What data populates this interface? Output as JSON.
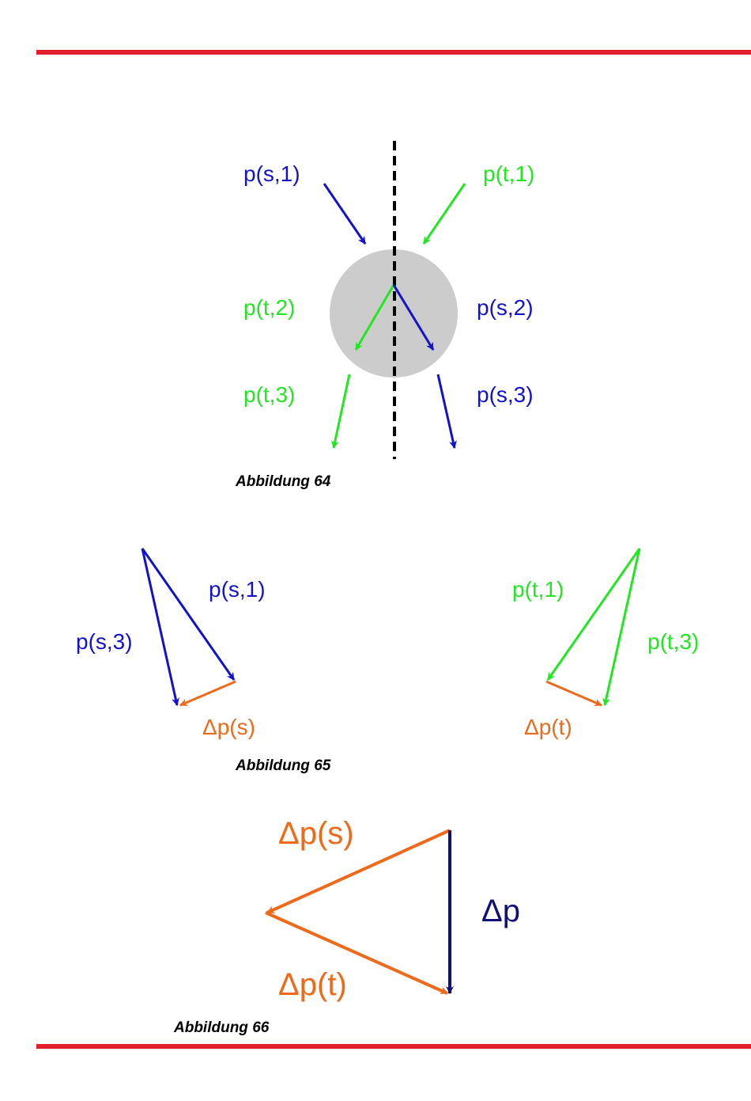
{
  "colors": {
    "rule": "#e0202a",
    "blue": "#1212cc",
    "green": "#22e622",
    "orange": "#ee6a1a",
    "navy": "#101078",
    "ball": "#cccccc",
    "dashed_line": "#000000"
  },
  "figure64": {
    "caption": "Abbildung 64",
    "labels": {
      "p_s1": "p(s,1)",
      "p_t1": "p(t,1)",
      "p_t2": "p(t,2)",
      "p_s2": "p(s,2)",
      "p_t3": "p(t,3)",
      "p_s3": "p(s,3)"
    }
  },
  "figure65": {
    "caption": "Abbildung 65",
    "labels": {
      "p_s1": "p(s,1)",
      "p_s3": "p(s,3)",
      "delta_ps": "Δp(s)",
      "p_t1": "p(t,1)",
      "p_t3": "p(t,3)",
      "delta_pt": "Δp(t)"
    }
  },
  "figure66": {
    "caption": "Abbildung 66",
    "labels": {
      "delta_ps": "Δp(s)",
      "delta_p": "Δp",
      "delta_pt": "Δp(t)"
    }
  }
}
